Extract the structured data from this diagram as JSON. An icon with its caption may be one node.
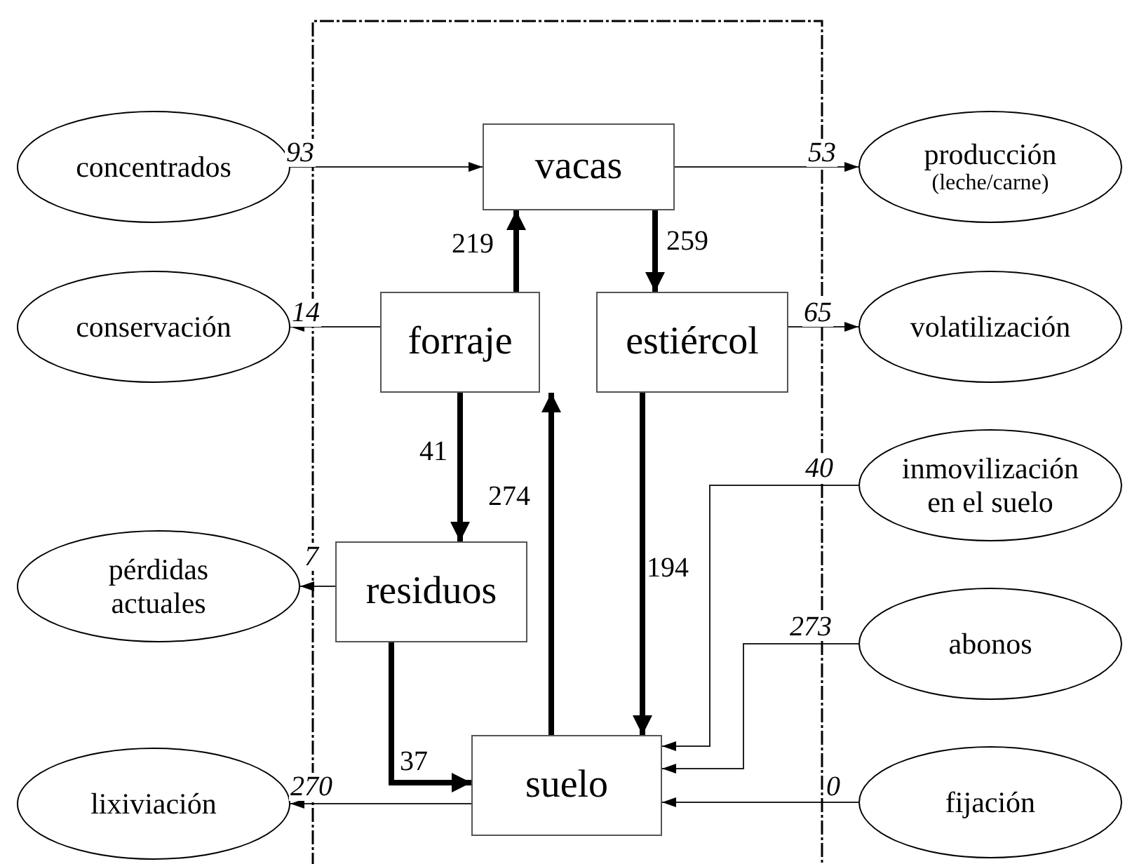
{
  "diagram": {
    "nodes": [
      {
        "text": [],
        "shape": "box"
      },
      {
        "text": [
          "concentrados"
        ]
      },
      {
        "text": [
          "vacas"
        ],
        "in": 0
      },
      {
        "text": [
          "producción",
          "(leche/carne)"
        ]
      },
      {
        "text": [
          "conservación"
        ]
      },
      {
        "text": [
          "forraje"
        ],
        "in": 0
      },
      {
        "text": [
          "estiércol"
        ],
        "in": 0
      },
      {
        "text": [
          "volatilización"
        ]
      },
      {
        "text": [
          "inmovilización en el suelo"
        ]
      },
      {
        "text": [
          "pérdidas actuales"
        ]
      },
      {
        "text": [
          "residuos"
        ],
        "in": 0
      },
      {
        "text": [
          "abonos"
        ]
      },
      {
        "text": [
          "lixiviación"
        ]
      },
      {
        "text": [
          "suelo"
        ],
        "in": 0
      },
      {
        "text": [
          "fijación"
        ]
      }
    ],
    "edges": [
      {
        "from": 1,
        "to": 2,
        "arrow": "to",
        "label": "93"
      },
      {
        "from": 5,
        "to": 2,
        "arrow": "to",
        "label": "219",
        "style": "thick"
      },
      {
        "from": 2,
        "to": 3,
        "arrow": "to",
        "label": "53"
      },
      {
        "from": 2,
        "to": 6,
        "arrow": "to",
        "label": "259",
        "style": "thick"
      },
      {
        "from": 5,
        "to": 4,
        "arrow": "to",
        "label": "14"
      },
      {
        "from": 6,
        "to": 7,
        "arrow": "to",
        "label": "65"
      },
      {
        "from": 5,
        "to": 10,
        "arrow": "to",
        "label": "41",
        "style": "thick"
      },
      {
        "from": 13,
        "to": 5,
        "arrow": "to",
        "label": "274",
        "style": "thick"
      },
      {
        "from": 6,
        "to": 13,
        "arrow": "to",
        "label": "194",
        "style": "thick"
      },
      {
        "from": 8,
        "to": 13,
        "arrow": "to",
        "label": "40"
      },
      {
        "from": 11,
        "to": 13,
        "arrow": "to",
        "label": "273"
      },
      {
        "from": 10,
        "to": 13,
        "arrow": "to",
        "label": "37",
        "style": "thick"
      },
      {
        "from": 10,
        "to": 9,
        "arrow": "to",
        "label": "7"
      },
      {
        "from": 13,
        "to": 12,
        "arrow": "to",
        "label": "270"
      },
      {
        "from": 14,
        "to": 13,
        "arrow": "to",
        "label": "0"
      }
    ]
  }
}
